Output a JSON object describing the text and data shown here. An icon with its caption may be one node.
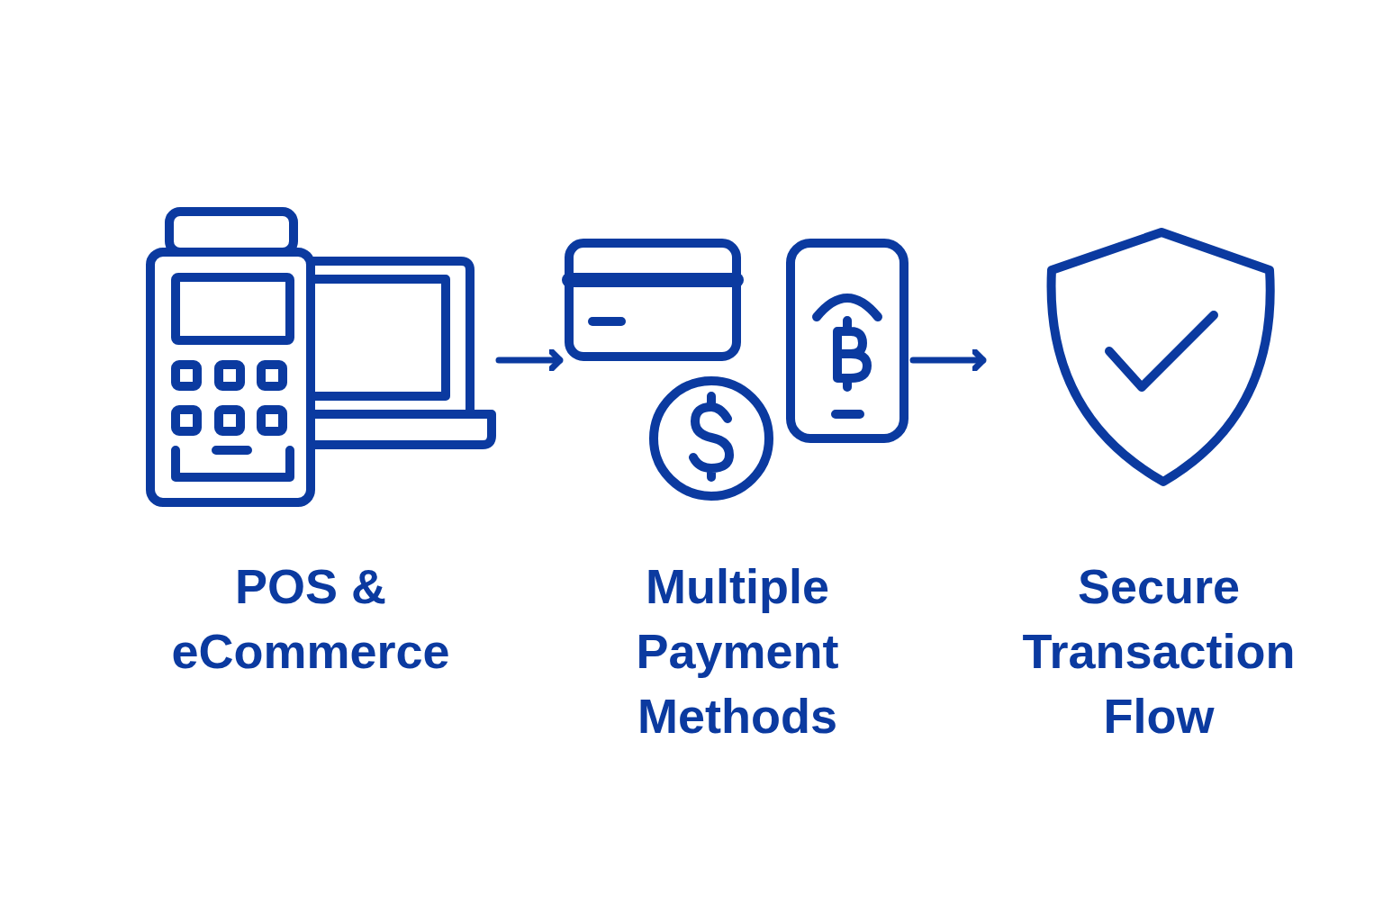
{
  "diagram": {
    "nodes": [
      {
        "text": [
          "POS & eCommerce"
        ]
      },
      {
        "text": [
          "Multiple Payment Methods"
        ]
      },
      {
        "text": [
          "Secure Transaction Flow"
        ]
      }
    ],
    "edges": [
      {
        "from": 0,
        "to": 1,
        "arrow": "to"
      },
      {
        "from": 1,
        "to": 2,
        "arrow": "to"
      }
    ]
  }
}
